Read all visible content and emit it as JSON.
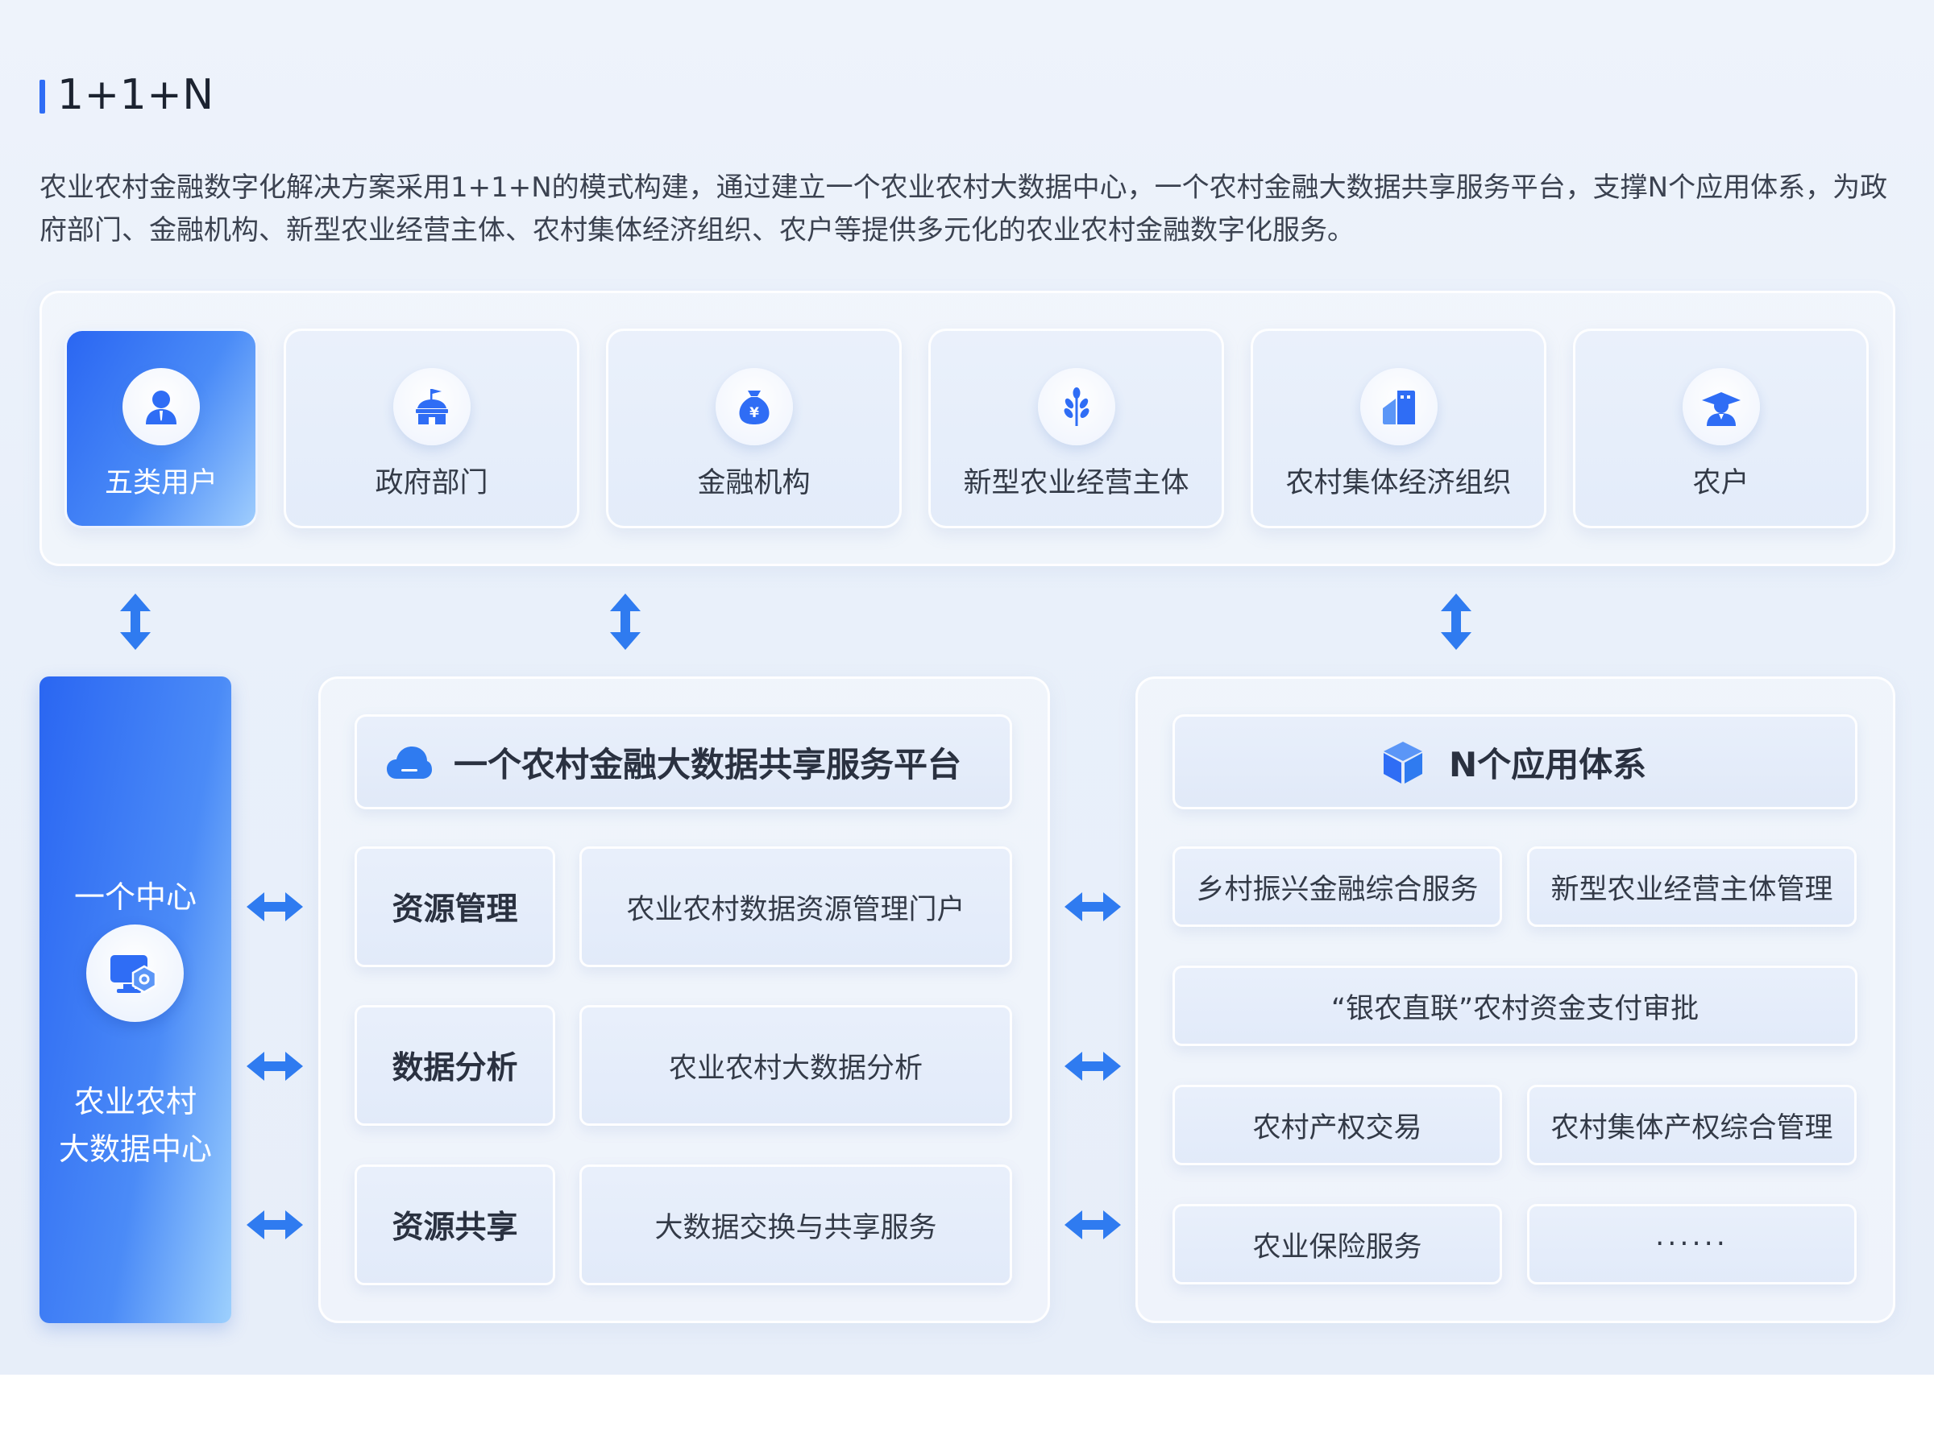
{
  "header": {
    "title": "1+1+N",
    "description": "农业农村金融数字化解决方案采用1+1+N的模式构建，通过建立一个农业农村大数据中心，一个农村金融大数据共享服务平台，支撑N个应用体系，为政府部门、金融机构、新型农业经营主体、农村集体经济组织、农户等提供多元化的农业农村金融数字化服务。"
  },
  "users": {
    "label": "五类用户",
    "items": [
      {
        "label": "政府部门",
        "icon": "government-icon"
      },
      {
        "label": "金融机构",
        "icon": "money-bag-icon"
      },
      {
        "label": "新型农业经营主体",
        "icon": "wheat-icon"
      },
      {
        "label": "农村集体经济组织",
        "icon": "building-icon"
      },
      {
        "label": "农户",
        "icon": "farmer-icon"
      }
    ]
  },
  "center": {
    "line1": "一个中心",
    "line2": "农业农村",
    "line3": "大数据中心",
    "icon": "data-center-icon"
  },
  "platform": {
    "title": "一个农村金融大数据共享服务平台",
    "icon": "cloud-icon",
    "rows": [
      {
        "name": "资源管理",
        "desc": "农业农村数据资源管理门户"
      },
      {
        "name": "数据分析",
        "desc": "农业农村大数据分析"
      },
      {
        "name": "资源共享",
        "desc": "大数据交换与共享服务"
      }
    ]
  },
  "apps": {
    "title": "N个应用体系",
    "icon": "cube-icon",
    "items": [
      "乡村振兴金融综合服务",
      "新型农业经营主体管理",
      "“银农直联”农村资金支付审批",
      "农村产权交易",
      "农村集体产权综合管理",
      "农业保险服务",
      "······"
    ]
  },
  "colors": {
    "accent": "#2f6df5",
    "arrow": "#2f7bf0"
  }
}
